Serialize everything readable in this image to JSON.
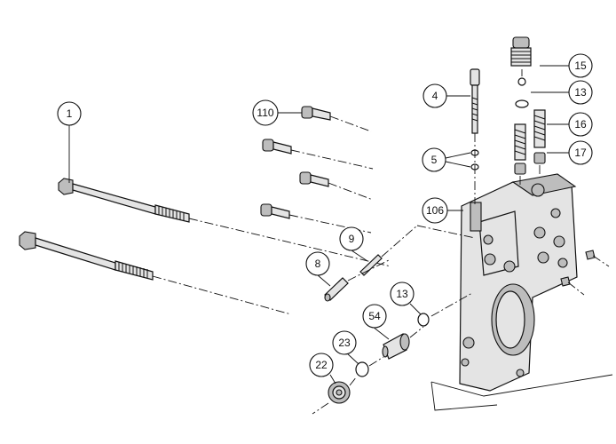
{
  "callouts": [
    {
      "id": "c1",
      "label": "1"
    },
    {
      "id": "c110",
      "label": "110"
    },
    {
      "id": "c4",
      "label": "4"
    },
    {
      "id": "c5",
      "label": "5"
    },
    {
      "id": "c15",
      "label": "15"
    },
    {
      "id": "c13a",
      "label": "13"
    },
    {
      "id": "c16",
      "label": "16"
    },
    {
      "id": "c17",
      "label": "17"
    },
    {
      "id": "c106",
      "label": "106"
    },
    {
      "id": "c9",
      "label": "9"
    },
    {
      "id": "c8",
      "label": "8"
    },
    {
      "id": "c13b",
      "label": "13"
    },
    {
      "id": "c54",
      "label": "54"
    },
    {
      "id": "c23",
      "label": "23"
    },
    {
      "id": "c22",
      "label": "22"
    }
  ]
}
